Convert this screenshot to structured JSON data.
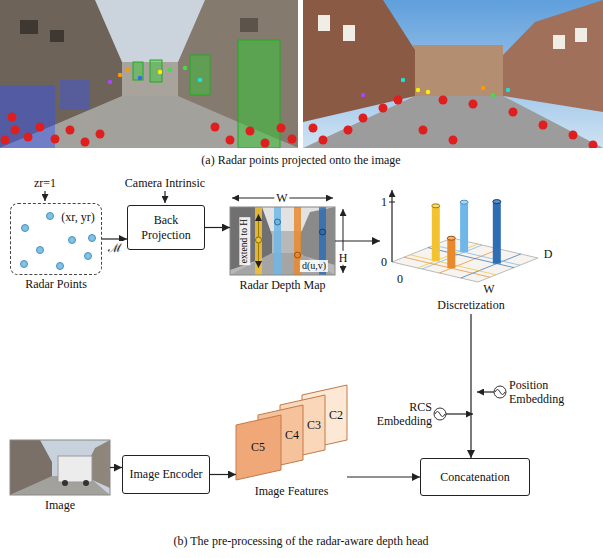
{
  "diagram": {
    "nodes": [
      {
        "text": [
          "(xr, yr)",
          "Radar Points"
        ]
      },
      {
        "text": [
          "Back Projection"
        ]
      },
      {
        "text": [
          "Radar Depth Map"
        ]
      },
      {
        "text": [
          "Discretization"
        ]
      },
      {
        "text": [
          "Image"
        ]
      },
      {
        "text": [
          "Image Encoder"
        ]
      },
      {
        "text": [
          "C5",
          "C4",
          "C3",
          "C2",
          "Image Features"
        ]
      },
      {
        "text": [
          "Concatenation"
        ]
      }
    ],
    "edges": [
      {
        "from": 0,
        "to": 1,
        "arrow": "to",
        "label": "ℳ"
      },
      {
        "from": 1,
        "to": 2,
        "arrow": "to"
      },
      {
        "from": 2,
        "to": 3,
        "arrow": "to"
      },
      {
        "from": 3,
        "to": 7,
        "arrow": "to"
      },
      {
        "from": 4,
        "to": 5,
        "arrow": "to"
      },
      {
        "from": 5,
        "to": 6,
        "arrow": "to"
      },
      {
        "from": 6,
        "to": 7,
        "arrow": "to"
      }
    ],
    "labels": [
      "(a) Radar points projected onto the image",
      "zr=1",
      "Camera Intrinsic",
      "W",
      "H",
      "extend to H",
      "d(u,v)",
      "1",
      "0",
      "0",
      "W",
      "D",
      "RCS Embedding",
      "Position Embedding",
      "(b) The pre-processing of the radar-aware depth head"
    ]
  }
}
